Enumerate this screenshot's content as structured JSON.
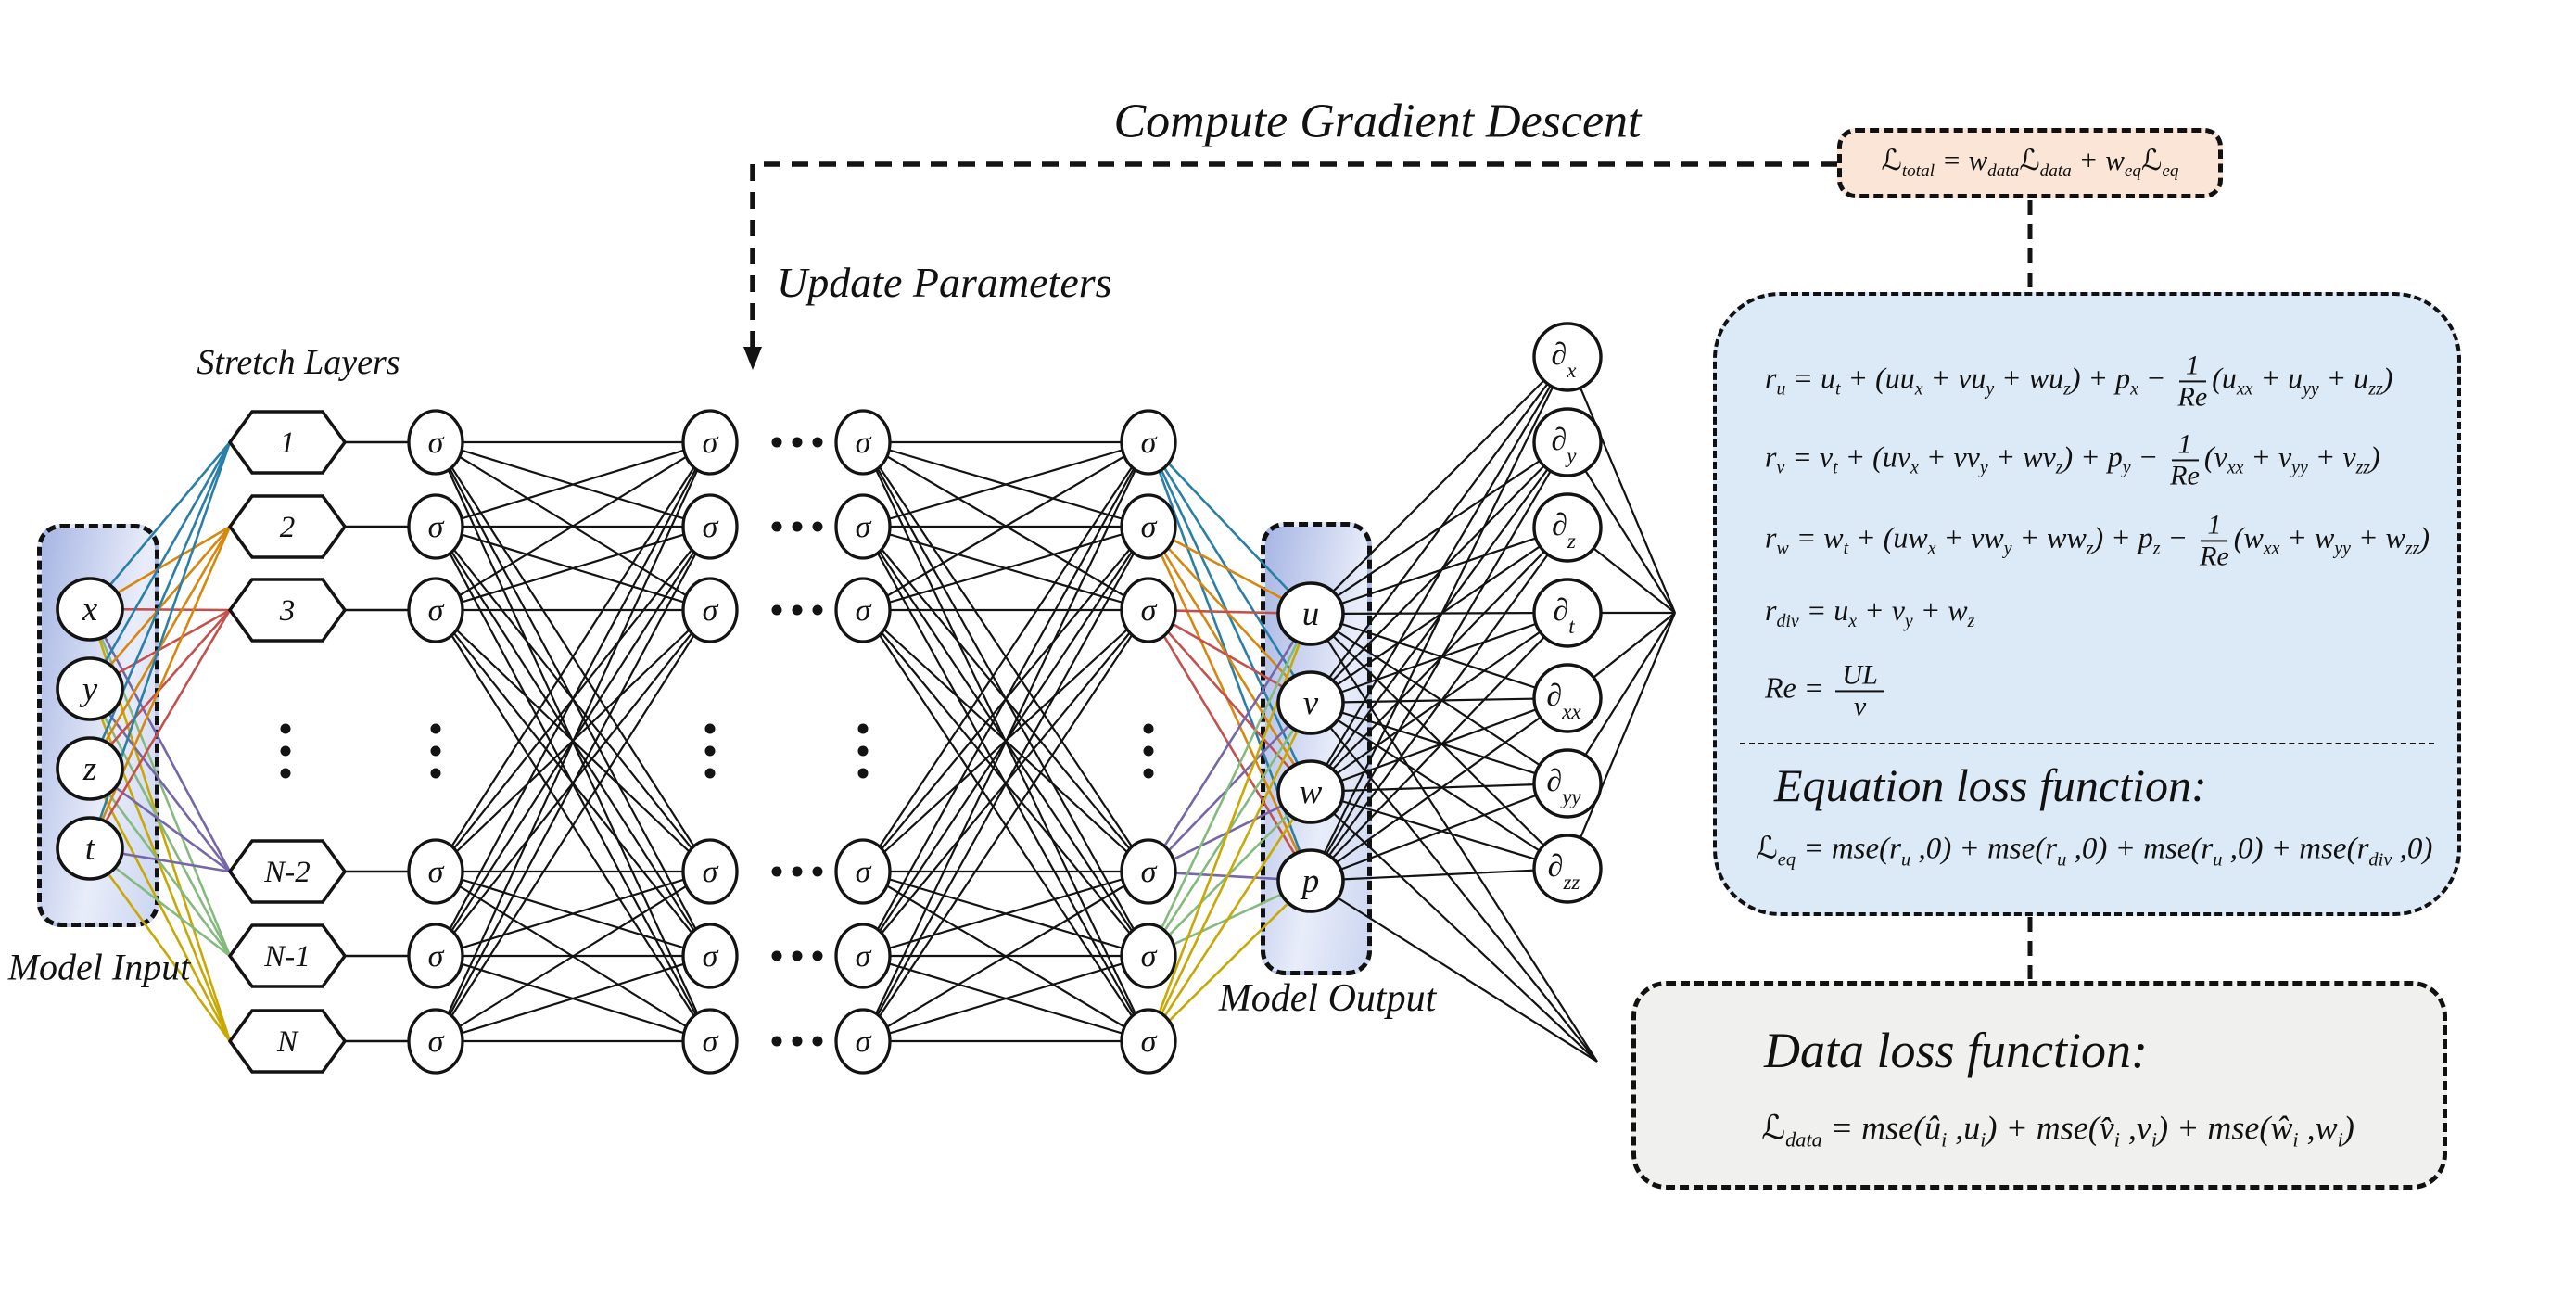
{
  "flow": {
    "compute_gradient_descent": "Compute Gradient Descent",
    "update_parameters": "Update Parameters"
  },
  "labels": {
    "stretch_layers": "Stretch Layers",
    "model_input": "Model Input",
    "model_output": "Model Output"
  },
  "network": {
    "inputs": [
      "x",
      "y",
      "z",
      "t"
    ],
    "stretch_layers": [
      {
        "label": "1",
        "color": "#2b7fa6"
      },
      {
        "label": "2",
        "color": "#d6870f"
      },
      {
        "label": "3",
        "color": "#c2514e"
      },
      {
        "label": "N-2",
        "color": "#7566a8"
      },
      {
        "label": "N-1",
        "color": "#85ba7f"
      },
      {
        "label": "N",
        "color": "#c7a805"
      }
    ],
    "activation_symbol": "σ",
    "outputs": [
      "u",
      "v",
      "w",
      "p"
    ],
    "derivative_symbol": "∂",
    "derivative_subscripts": [
      "x",
      "y",
      "z",
      "t",
      "xx",
      "yy",
      "zz"
    ],
    "edge_color": "#131313"
  },
  "loss_total_box": {
    "bg": "#fbe5d6",
    "formula": "ℒ_{total} = w_{data}ℒ_{data} + w_{eq}ℒ_{eq}"
  },
  "equation_box": {
    "bg": "#dce9f6",
    "residual_u": "r_{u}  = u_{t} + (uu_{x} + vu_{y} + wu_{z}) + p_{x} − {f:1/Re}(u_{xx} + u_{yy} + u_{zz})",
    "residual_v": "r_{v}  = v_{t} + (uv_{x} + vv_{y} + wv_{z}) + p_{y} − {f:1/Re}(v_{xx} + v_{yy} + v_{zz})",
    "residual_w": "r_{w} = w_{t} + (uw_{x} + vw_{y} + ww_{z}) + p_{z} − {f:1/Re}(w_{xx} + w_{yy} + w_{zz})",
    "residual_div": "r_{div} = u_{x} + v_{y} + w_{z}",
    "reynolds": "Re = {f:UL/v}",
    "heading": "Equation loss function:",
    "loss": "ℒ_{eq} = mse(r_{u} ,0) + mse(r_{u} ,0) + mse(r_{u} ,0) + mse(r_{div} ,0)"
  },
  "data_box": {
    "bg": "#f0f0ee",
    "heading": "Data loss function:",
    "loss": "ℒ_{data} = mse(û_{i} ,u_{i}) + mse(v̂_{i} ,v_{i}) + mse(ŵ_{i} ,w_{i})"
  }
}
